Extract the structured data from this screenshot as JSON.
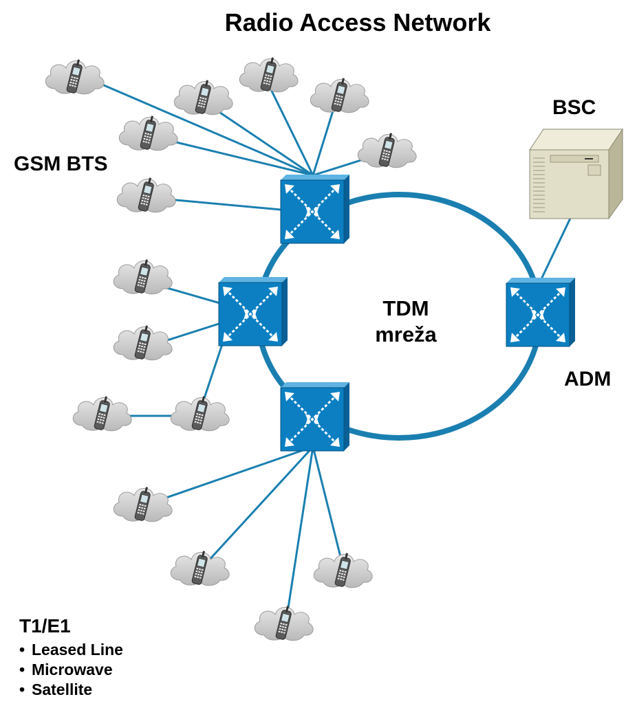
{
  "title": "Radio Access Network",
  "labels": {
    "bts": "GSM BTS",
    "bsc": "BSC",
    "adm": "ADM",
    "ring_line1": "TDM",
    "ring_line2": "mreža"
  },
  "legend": {
    "heading": "T1/E1",
    "bullet": "•",
    "items": [
      "Leased Line",
      "Microwave",
      "Satellite"
    ]
  },
  "colors": {
    "link": "#1a7fb0",
    "ring": "#1a7fb0",
    "switch_face": "#0b7fc2",
    "switch_side": "#0a5f96",
    "switch_top": "#5fb4e3",
    "cloud": "#cfcfcf",
    "server": "#e2dfc8"
  },
  "icons": [
    "phone-cloud-icon",
    "tdm-switch-icon",
    "bsc-server-icon"
  ]
}
